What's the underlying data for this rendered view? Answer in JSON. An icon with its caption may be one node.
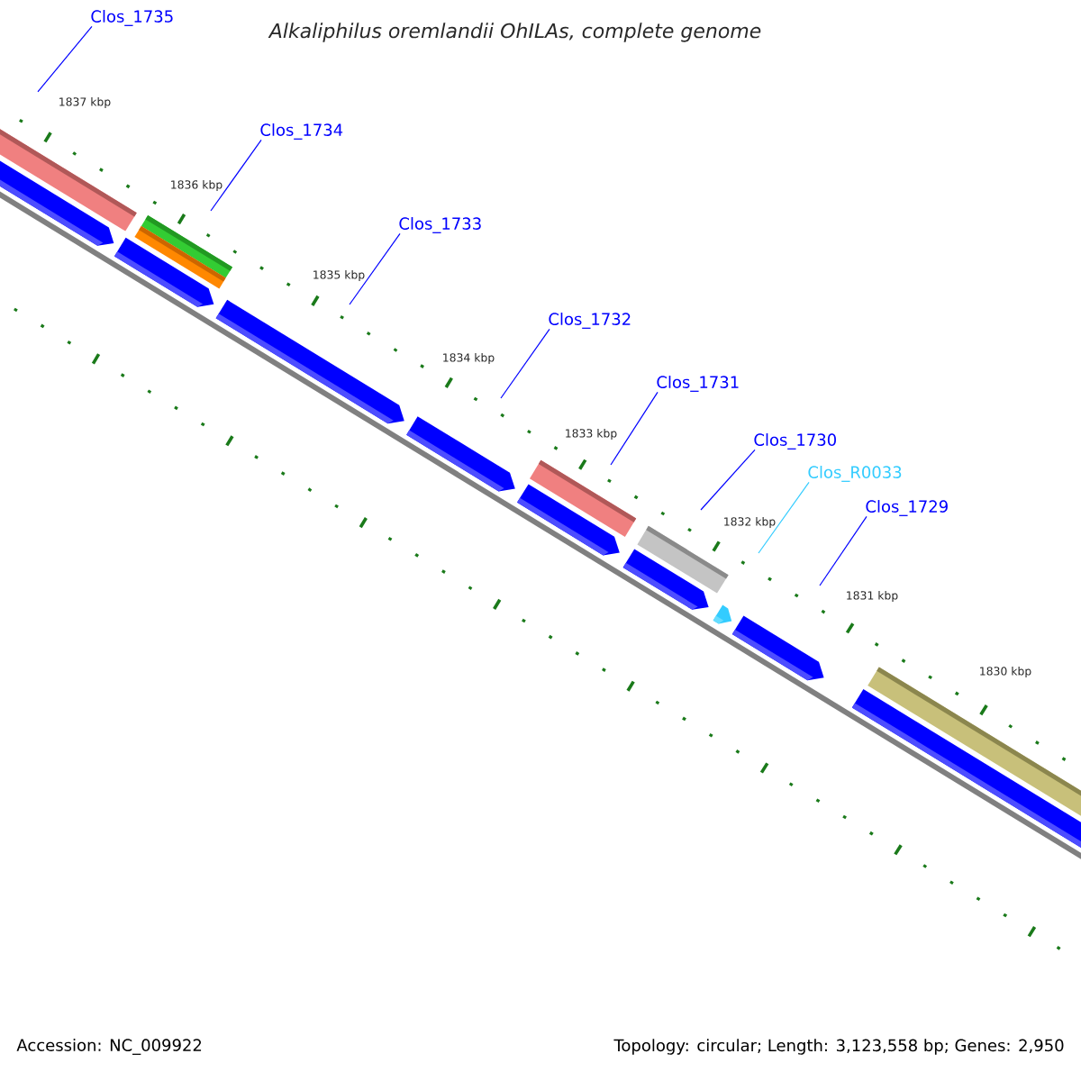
{
  "diagram": {
    "title": "*Alkaliphilus oremlandii* OhILAs, complete genome",
    "nodes": [
      {
        "text": [
          "Clos_1735"
        ]
      },
      {
        "text": [
          "Clos_1734"
        ]
      },
      {
        "text": [
          "Clos_1733"
        ]
      },
      {
        "text": [
          "Clos_1732"
        ]
      },
      {
        "text": [
          "Clos_1731"
        ]
      },
      {
        "text": [
          "Clos_1730"
        ]
      },
      {
        "text": [
          "Clos_R0033"
        ]
      },
      {
        "text": [
          "Clos_1729"
        ]
      }
    ],
    "edges": [
      {
        "from": 0,
        "to": null,
        "arrow": "none"
      },
      {
        "from": 1,
        "to": null,
        "arrow": "none"
      },
      {
        "from": 2,
        "to": null,
        "arrow": "none"
      },
      {
        "from": 3,
        "to": null,
        "arrow": "none"
      },
      {
        "from": 4,
        "to": null,
        "arrow": "none"
      },
      {
        "from": 5,
        "to": null,
        "arrow": "none"
      },
      {
        "from": 6,
        "to": null,
        "arrow": "none",
        "color": "#33ccff"
      },
      {
        "from": 7,
        "to": null,
        "arrow": "none"
      }
    ],
    "labels": [
      "1837 kbp",
      "1836 kbp",
      "1835 kbp",
      "1834 kbp",
      "1833 kbp",
      "1832 kbp",
      "1831 kbp",
      "1830 kbp",
      "Accession: NC_009922",
      "Topology: circular; Length: 3,123,558 bp; Genes: 2,950"
    ]
  }
}
